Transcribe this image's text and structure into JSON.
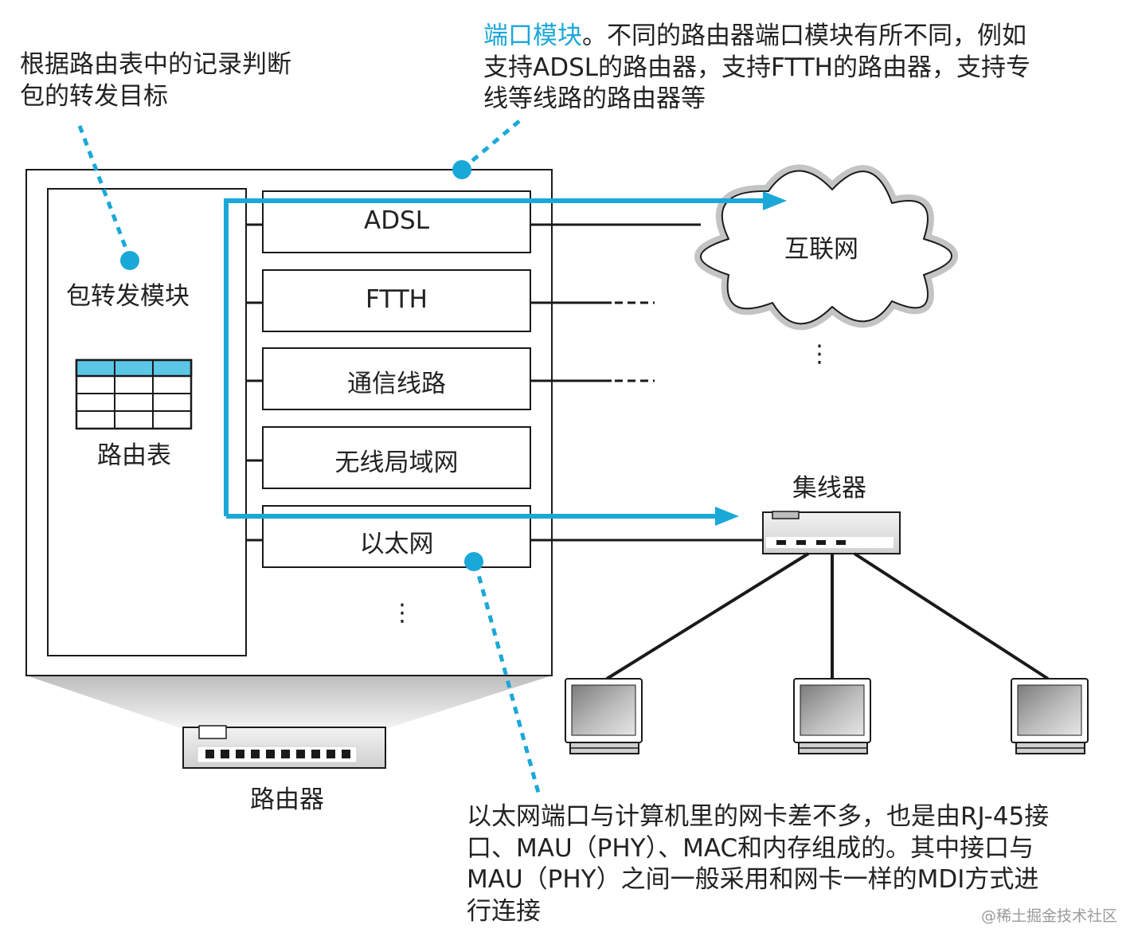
{
  "annotations": {
    "routing_note": [
      "根据路由表中的记录判断",
      "包的转发目标"
    ],
    "port_module_title": "端口模块",
    "port_module_note": [
      "。不同的路由器端口模块有所不同，例如",
      "支持ADSL的路由器，支持FTTH的路由器，支持专",
      "线等线路的路由器等"
    ],
    "ethernet_note": [
      "以太网端口与计算机里的网卡差不多，也是由RJ-45接",
      "口、MAU（PHY）、MAC和内存组成的。其中接口与",
      "MAU（PHY）之间一般采用和网卡一样的MDI方式进",
      "行连接"
    ]
  },
  "router": {
    "forwarding_module_label": "包转发模块",
    "routing_table_label": "路由表",
    "device_label": "路由器",
    "ports": [
      {
        "label": "ADSL"
      },
      {
        "label": "FTTH"
      },
      {
        "label": "通信线路"
      },
      {
        "label": "无线局域网"
      },
      {
        "label": "以太网"
      }
    ],
    "more_ports": "⋮"
  },
  "network": {
    "internet_label": "互联网",
    "hub_label": "集线器",
    "more_lines": "⋮"
  },
  "colors": {
    "accent": "#1aa8d8",
    "line": "#1a1a1a",
    "table_header": "#5bc6e6"
  },
  "watermark": "@稀土掘金技术社区"
}
